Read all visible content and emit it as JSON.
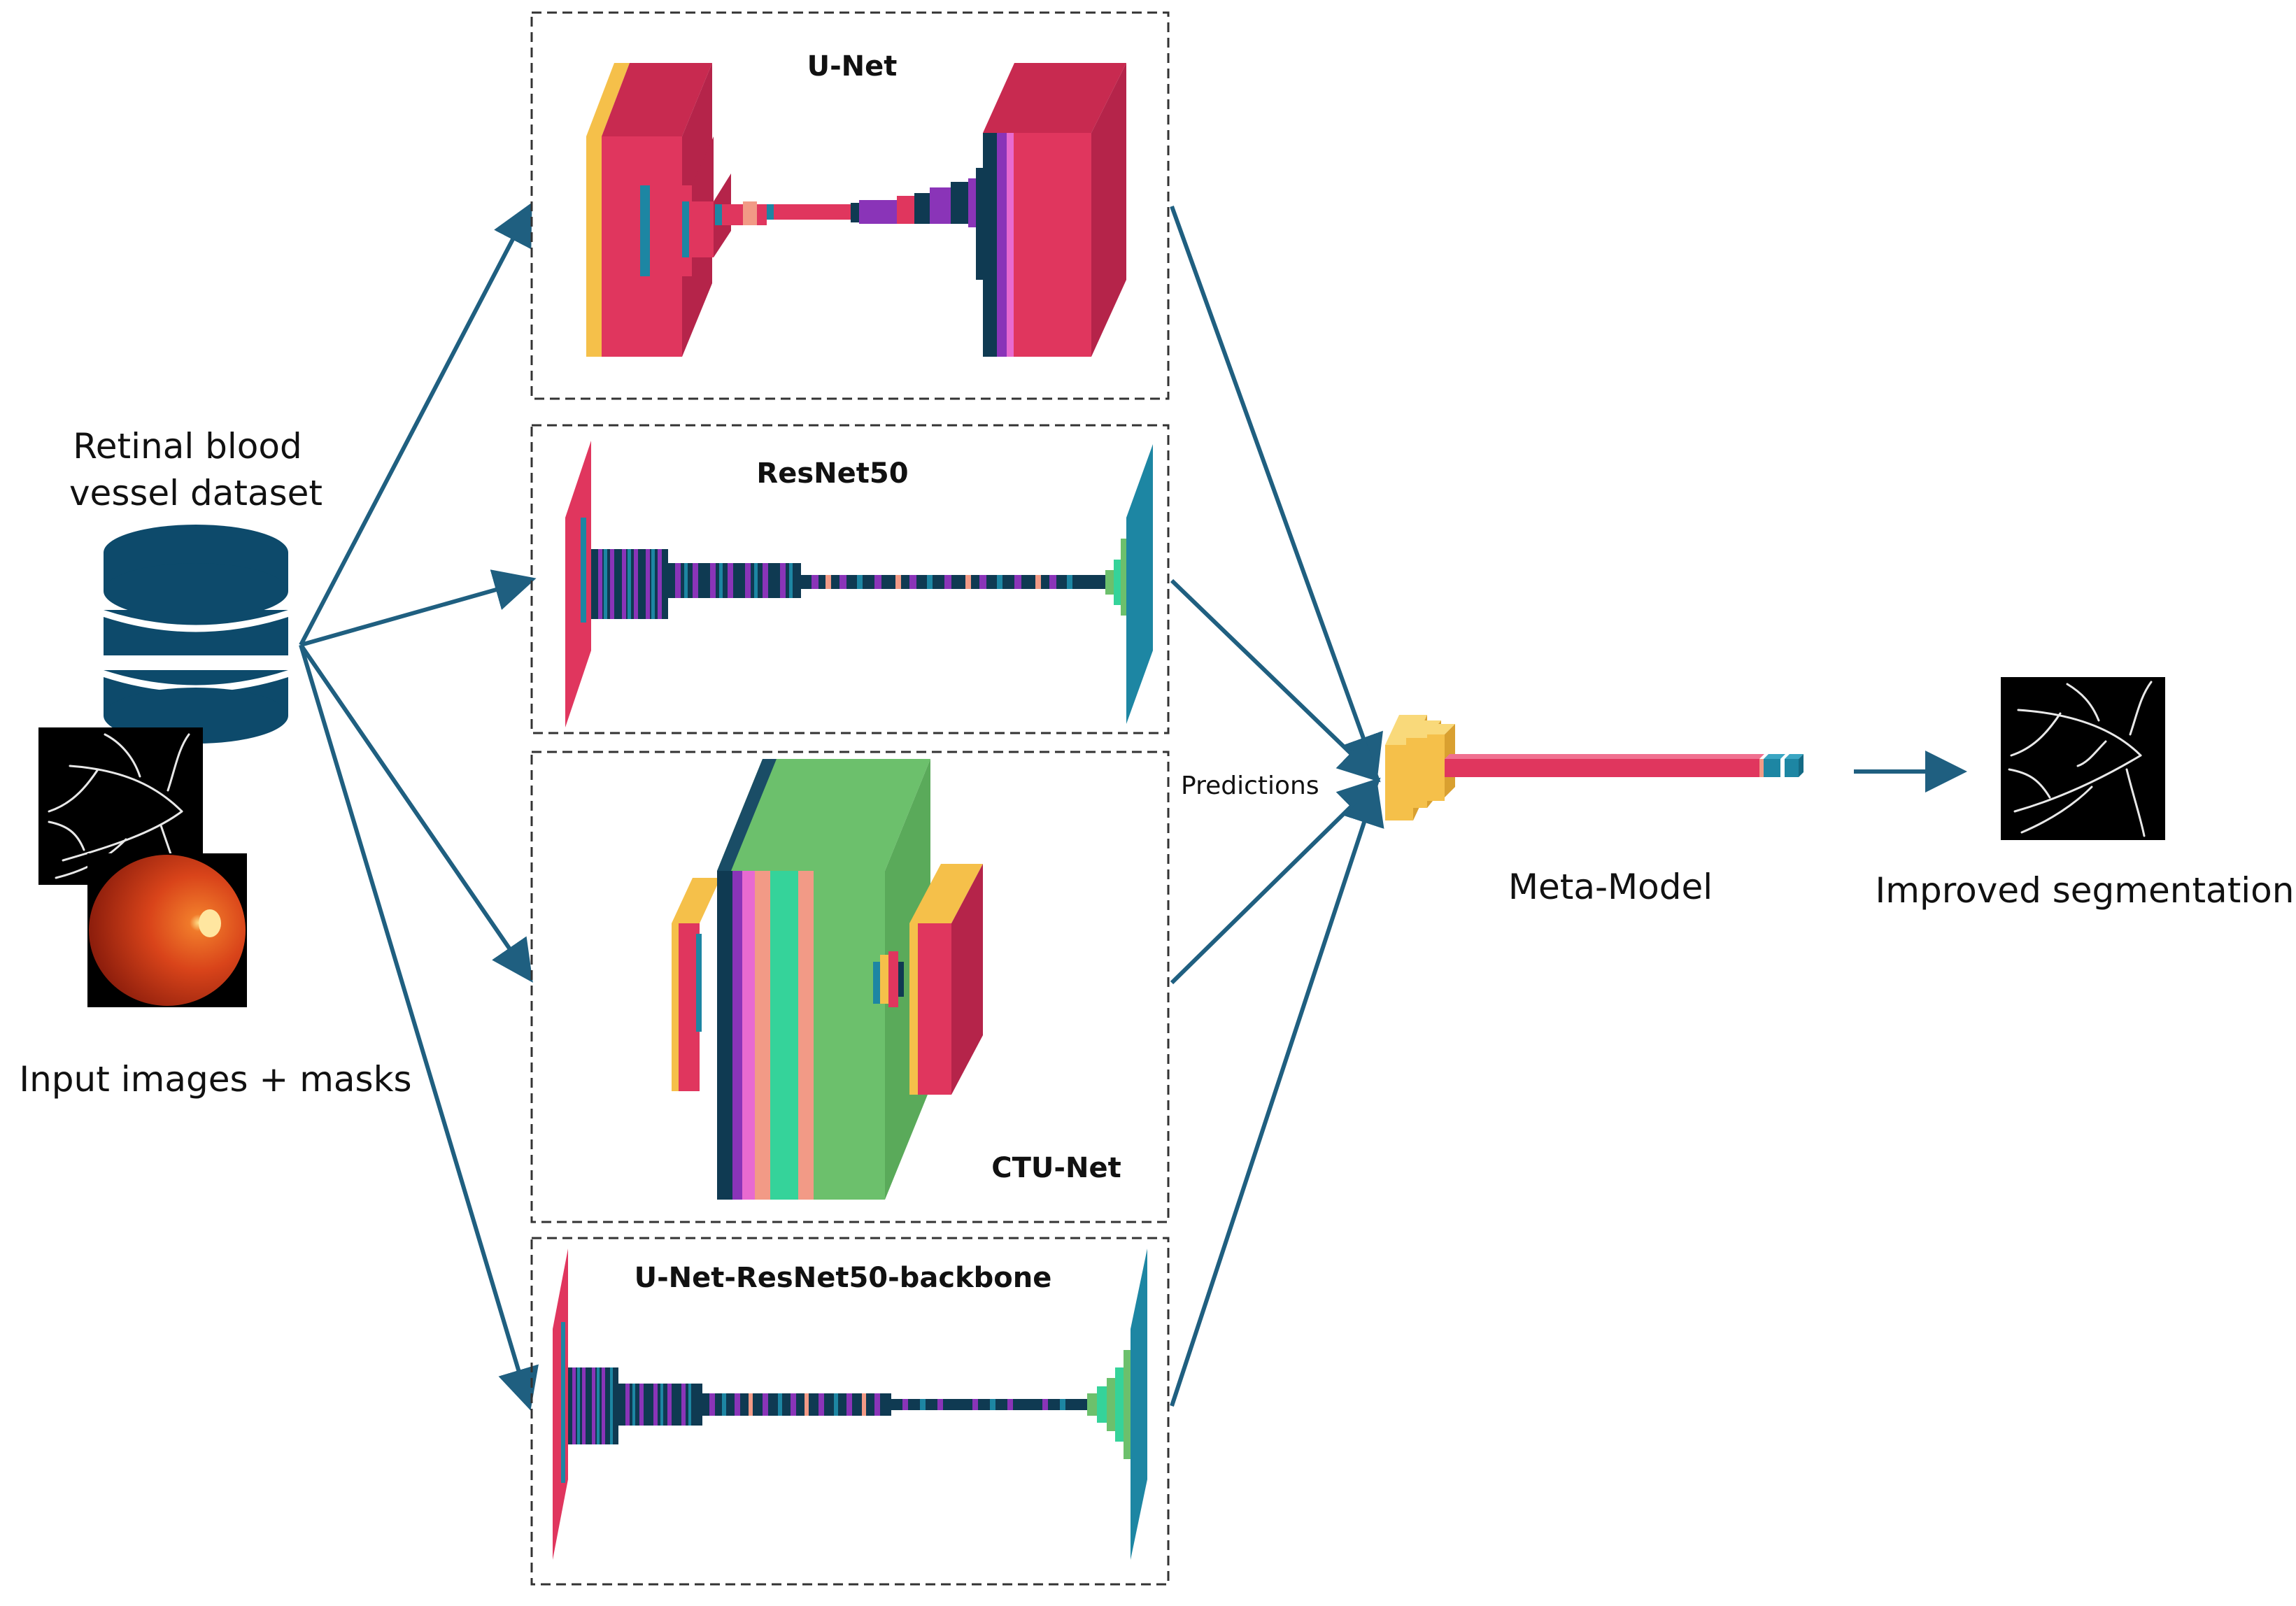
{
  "dataset": {
    "title_line1": "Retinal blood",
    "title_line2": "vessel dataset",
    "caption": "Input images + masks",
    "icon": "database-icon"
  },
  "models": [
    {
      "title": "U-Net"
    },
    {
      "title": "ResNet50"
    },
    {
      "title": "CTU-Net"
    },
    {
      "title": "U-Net-ResNet50-backbone"
    }
  ],
  "predictions_label": "Predictions",
  "meta_model_label": "Meta-Model",
  "output_label": "Improved segmentation",
  "colors": {
    "arrow": "#1f5f80",
    "database": "#0d4a6b",
    "crimson": "#e0365e",
    "teal": "#1d86a3",
    "navy": "#0f3a52",
    "purple": "#8a34b8",
    "green": "#6cc06c",
    "mint": "#35d39a",
    "salmon": "#f29a86",
    "yellow": "#f5c04a",
    "pink": "#e86ad0"
  }
}
